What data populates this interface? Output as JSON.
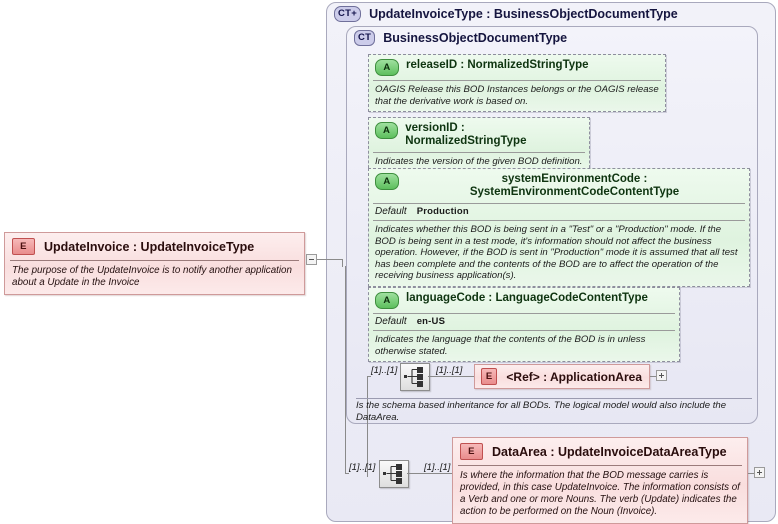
{
  "diagram": {
    "type": "xsd-schema-diagram",
    "title": "UpdateInvoiceType : BusinessObjectDocumentType"
  },
  "root_element": {
    "badge": "E",
    "badge_icon": "element-badge-icon",
    "name": "UpdateInvoice : UpdateInvoiceType",
    "documentation": "The purpose of the UpdateInvoice is to notify another application about a Update in the Invoice",
    "toggle": "minus"
  },
  "complex_type_outer": {
    "badge": "CT+",
    "badge_icon": "complextype-expand-badge-icon",
    "name": "UpdateInvoiceType : BusinessObjectDocumentType"
  },
  "complex_type_inner": {
    "badge": "CT",
    "badge_icon": "complextype-badge-icon",
    "name": "BusinessObjectDocumentType",
    "inheritance_note": "Is the schema based inheritance for all BODs. The logical model would also include the DataArea."
  },
  "attributes": [
    {
      "badge": "A",
      "badge_icon": "attribute-badge-icon",
      "name": "releaseID : NormalizedStringType",
      "documentation": "OAGIS Release this BOD Instances belongs or the OAGIS release that the derivative work is based on."
    },
    {
      "badge": "A",
      "badge_icon": "attribute-badge-icon",
      "name": "versionID : NormalizedStringType",
      "documentation": "Indicates the version of the given BOD definition."
    },
    {
      "badge": "A",
      "badge_icon": "attribute-badge-icon",
      "name": "systemEnvironmentCode : SystemEnvironmentCodeContentType",
      "default_label": "Default",
      "default_value": "Production",
      "documentation": "Indicates whether this BOD is being sent in a \"Test\" or a \"Production\" mode. If the BOD is being sent in a test mode, it's information should not affect the business operation. However, if the BOD is sent in \"Production\" mode it is assumed that all test has been complete and the contents of the BOD are to affect the operation of the receiving business application(s)."
    },
    {
      "badge": "A",
      "badge_icon": "attribute-badge-icon",
      "name": "languageCode : LanguageCodeContentType",
      "default_label": "Default",
      "default_value": "en-US",
      "documentation": "Indicates the language that the contents of the BOD is in unless otherwise stated."
    }
  ],
  "sequences": [
    {
      "icon": "sequence-compositor-icon",
      "cardinality_left": "[1]..[1]",
      "cardinality_right": "[1]..[1]"
    },
    {
      "icon": "sequence-compositor-icon",
      "cardinality_left": "[1]..[1]",
      "cardinality_right": "[1]..[1]"
    }
  ],
  "child_elements": [
    {
      "badge": "E",
      "badge_icon": "element-badge-icon",
      "name": "<Ref>      : ApplicationArea",
      "toggle": "plus"
    },
    {
      "badge": "E",
      "badge_icon": "element-badge-icon",
      "name": "DataArea : UpdateInvoiceDataAreaType",
      "documentation": "Is where the information that the BOD message carries is provided, in this case UpdateInvoice. The information consists of a Verb and one or more Nouns. The verb (Update) indicates the action to be performed on the Noun (Invoice).",
      "toggle": "plus"
    }
  ],
  "colors": {
    "element_fill": "#f9dede",
    "element_border": "#cf9a9a",
    "attribute_fill": "#dff3df",
    "attribute_border": "#8e8e9e",
    "complextype_fill": "#e9e9f4",
    "complextype_border": "#a9a9bd",
    "badge_complextype": "#ccccea",
    "line": "#8a8a8a"
  }
}
